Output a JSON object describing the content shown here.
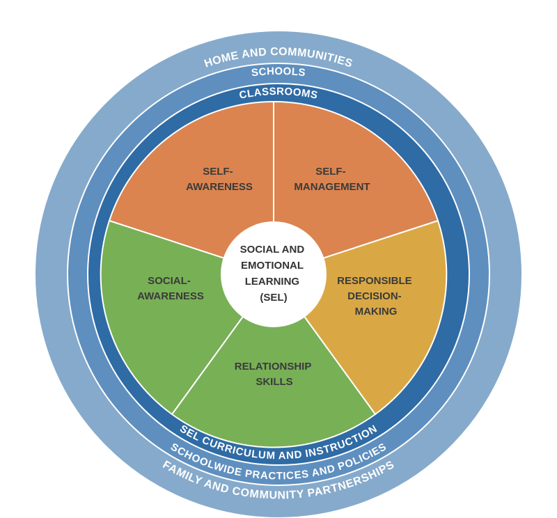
{
  "colors": {
    "outer_ring": "#86aacb",
    "middle_ring": "#5e8fbf",
    "inner_ring": "#2f6ba5",
    "ring_divider": "#ffffff",
    "self_awareness": "#db8450",
    "self_management": "#db8450",
    "responsible_decision_making": "#d9a845",
    "relationship_skills": "#78b056",
    "social_awareness": "#78b056",
    "center_circle": "#ffffff"
  },
  "rings": {
    "outer_top": "HOME AND COMMUNITIES",
    "outer_bottom": "FAMILY AND COMMUNITY PARTNERSHIPS",
    "middle_top": "SCHOOLS",
    "middle_bottom": "SCHOOLWIDE PRACTICES AND POLICIES",
    "inner_top": "CLASSROOMS",
    "inner_bottom": "SEL CURRICULUM AND INSTRUCTION"
  },
  "competencies": {
    "self_awareness": [
      "SELF-",
      "AWARENESS"
    ],
    "self_management": [
      "SELF-",
      "MANAGEMENT"
    ],
    "responsible_decision_making": [
      "RESPONSIBLE",
      "DECISION-",
      "MAKING"
    ],
    "relationship_skills": [
      "RELATIONSHIP",
      "SKILLS"
    ],
    "social_awareness": [
      "SOCIAL-",
      "AWARENESS"
    ]
  },
  "center": [
    "SOCIAL AND",
    "EMOTIONAL",
    "LEARNING",
    "(SEL)"
  ]
}
